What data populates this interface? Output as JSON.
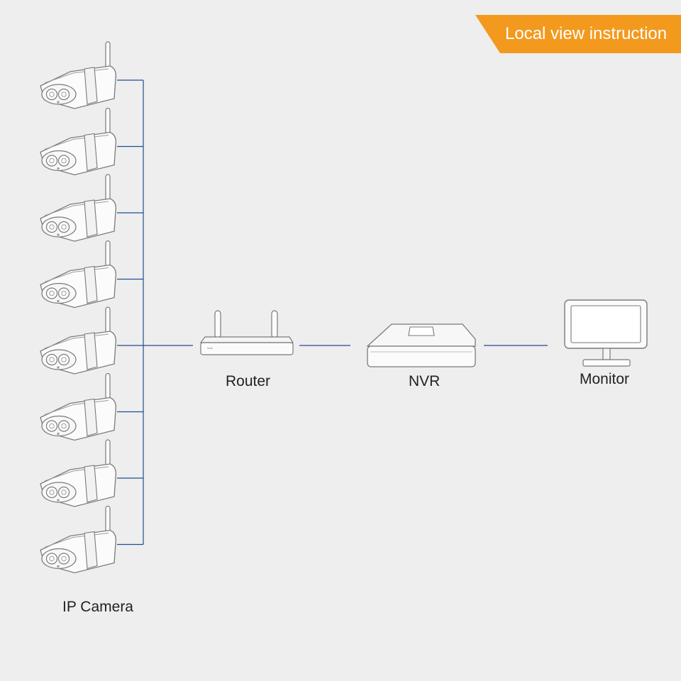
{
  "banner": {
    "title": "Local view instruction",
    "color": "#f39a1e"
  },
  "nodes": {
    "camera": {
      "label": "IP Camera",
      "icon": "camera-icon",
      "count": 8
    },
    "router": {
      "label": "Router",
      "icon": "router-icon"
    },
    "nvr": {
      "label": "NVR",
      "icon": "nvr-icon"
    },
    "monitor": {
      "label": "Monitor",
      "icon": "monitor-icon"
    }
  },
  "colors": {
    "background": "#eeeeee",
    "connector": "#1f4f8f",
    "outline": "#7a7a7a"
  }
}
